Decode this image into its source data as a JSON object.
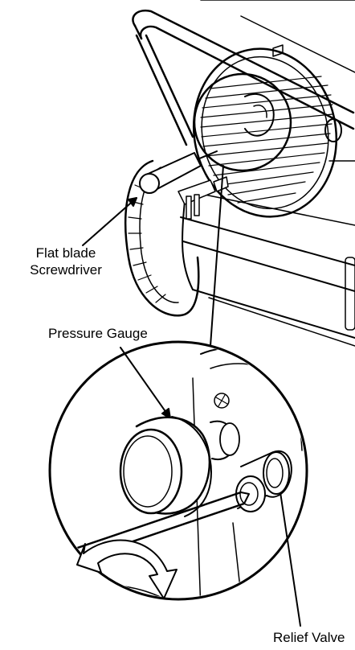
{
  "labels": {
    "flat_blade_line1": "Flat blade",
    "flat_blade_line2": "Screwdriver",
    "pressure_gauge": "Pressure Gauge",
    "relief_valve": "Relief Valve"
  },
  "colors": {
    "ink": "#000000",
    "paper": "#ffffff",
    "shade": "#e6e6e6"
  }
}
